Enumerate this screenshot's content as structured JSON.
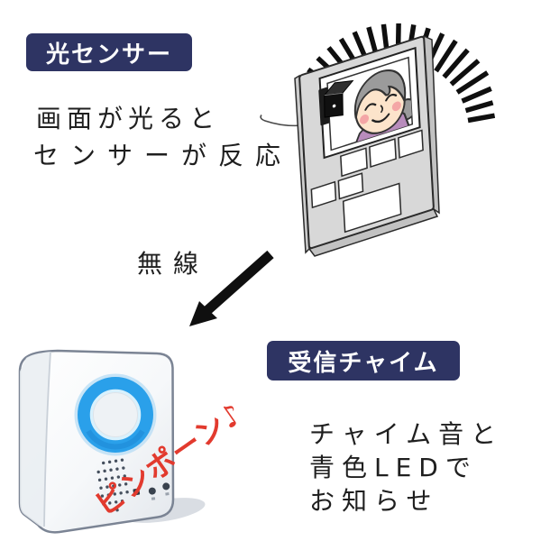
{
  "colors": {
    "label_bg": "#2e3463",
    "label_text": "#ffffff",
    "body_text": "#1f1f1f",
    "sound_red": "#e23a2e",
    "led_blue": "#2aa0ea",
    "arrow_black": "#0f0f0f"
  },
  "sensor_section": {
    "label": "光センサー",
    "desc_line1": "画面が光ると",
    "desc_line2": "センサーが反応"
  },
  "transmission": {
    "label": "無線"
  },
  "chime_section": {
    "label": "受信チャイム",
    "desc_line1": "チャイム音と",
    "desc_line2": "青色LEDで",
    "desc_line3": "お知らせ",
    "sound_effect": "ピンポーン♪"
  }
}
